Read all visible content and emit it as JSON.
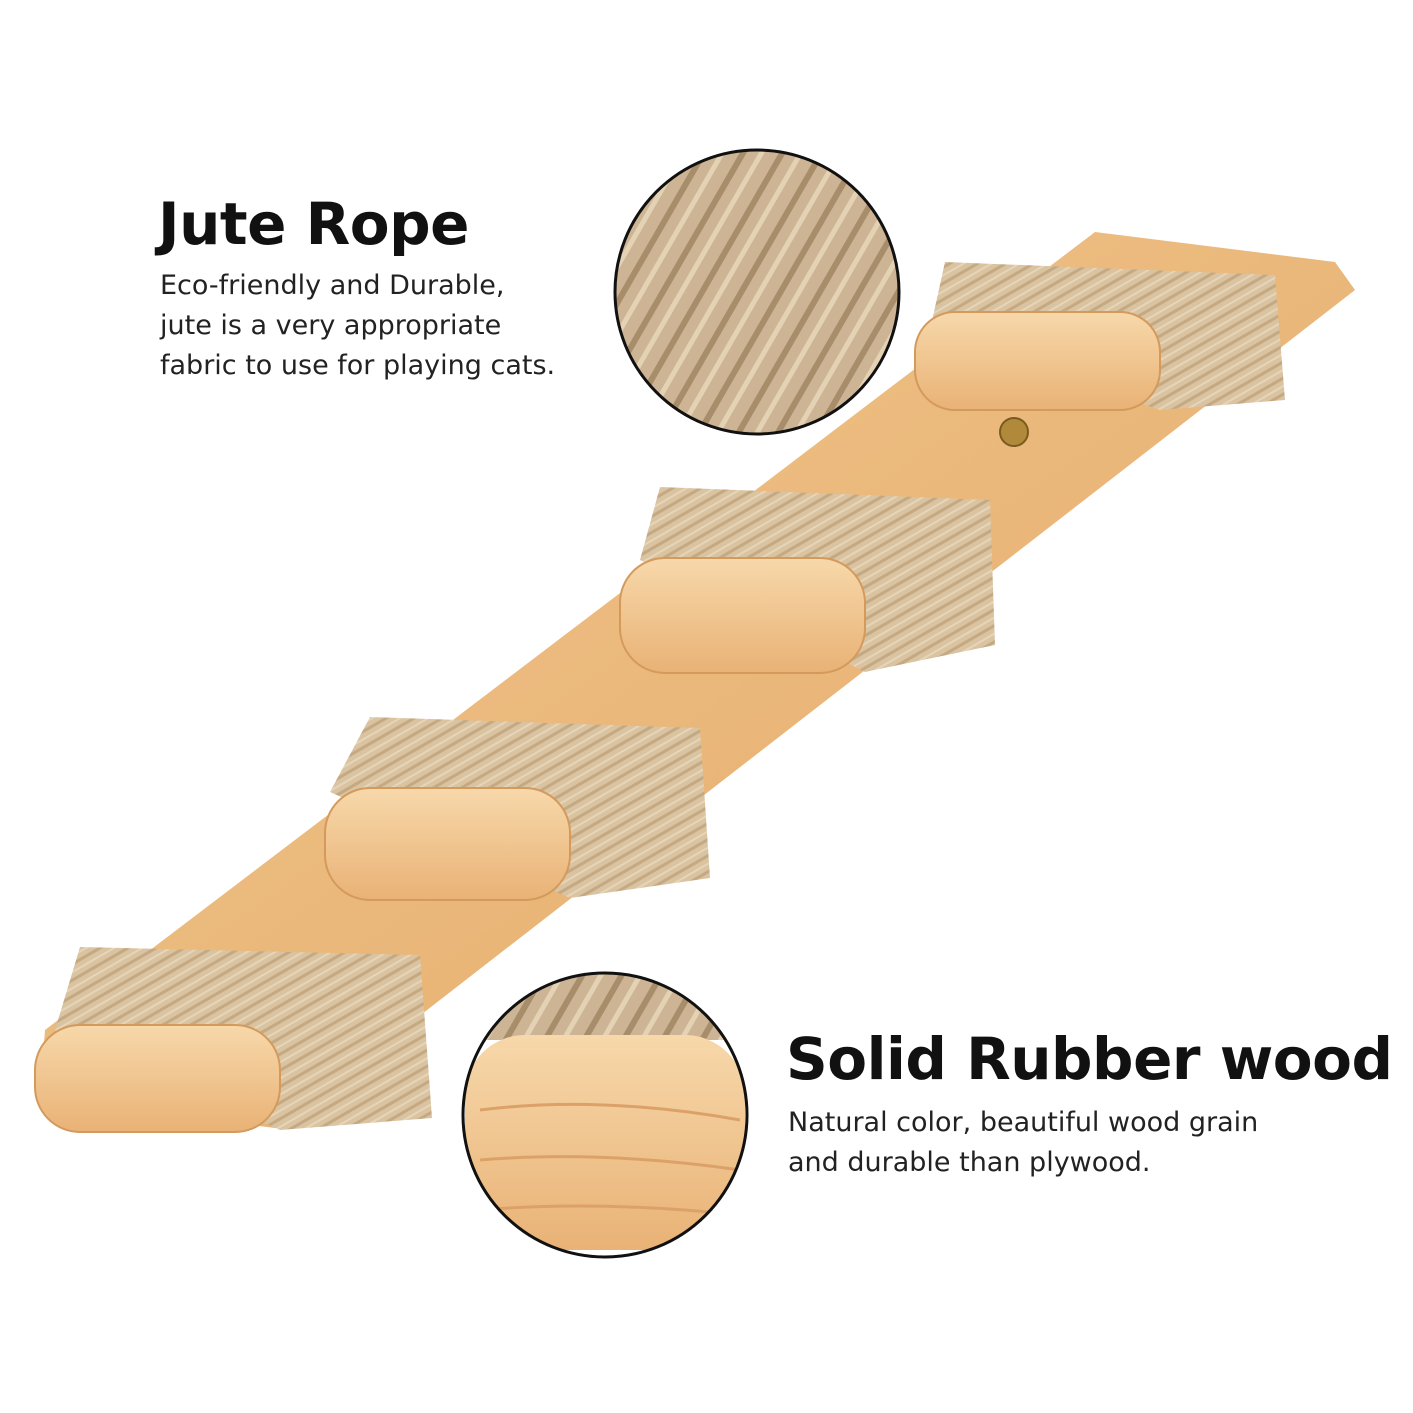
{
  "features": [
    {
      "title": "Jute Rope",
      "lines": [
        "Eco-friendly and Durable,",
        "jute is a very appropriate",
        "fabric to use for playing cats."
      ]
    },
    {
      "title": "Solid Rubber wood",
      "lines": [
        "Natural color, beautiful wood grain",
        "and durable than plywood."
      ]
    }
  ],
  "colors": {
    "wood": "#e9b67c",
    "wood_light": "#f3cf9c",
    "jute": "#d8c2a0",
    "outline": "#111111"
  }
}
